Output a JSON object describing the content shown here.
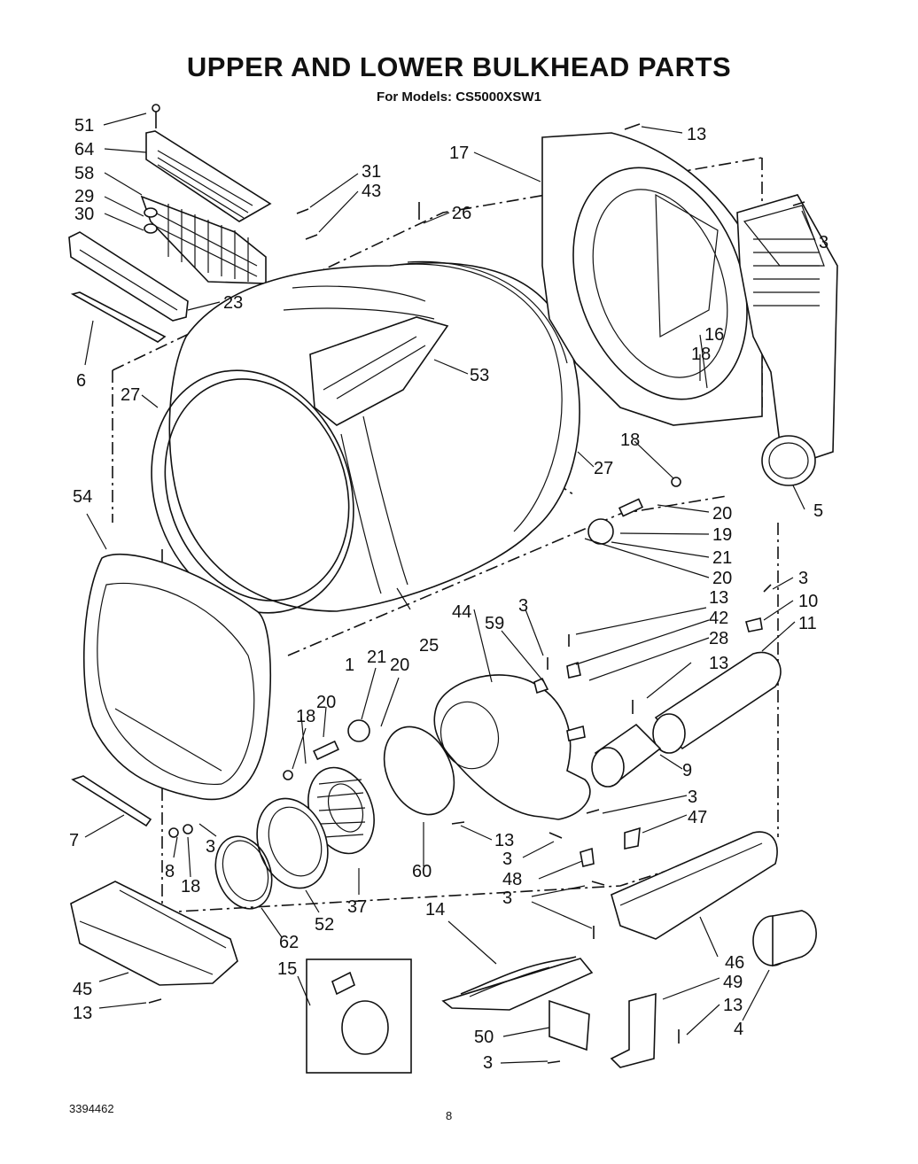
{
  "title": "UPPER AND LOWER BULKHEAD PARTS",
  "subtitle": "For Models: CS5000XSW1",
  "doc_number": "3394462",
  "page_number": "8",
  "callouts": [
    {
      "id": "c51",
      "text": "51"
    },
    {
      "id": "c64",
      "text": "64"
    },
    {
      "id": "c58",
      "text": "58"
    },
    {
      "id": "c29",
      "text": "29"
    },
    {
      "id": "c30",
      "text": "30"
    },
    {
      "id": "c31",
      "text": "31"
    },
    {
      "id": "c43",
      "text": "43"
    },
    {
      "id": "c26",
      "text": "26"
    },
    {
      "id": "c17",
      "text": "17"
    },
    {
      "id": "c13a",
      "text": "13"
    },
    {
      "id": "c3a",
      "text": "3"
    },
    {
      "id": "c23",
      "text": "23"
    },
    {
      "id": "c6",
      "text": "6"
    },
    {
      "id": "c53",
      "text": "53"
    },
    {
      "id": "c27a",
      "text": "27"
    },
    {
      "id": "c16",
      "text": "16"
    },
    {
      "id": "c18a",
      "text": "18"
    },
    {
      "id": "c18b",
      "text": "18"
    },
    {
      "id": "c27b",
      "text": "27"
    },
    {
      "id": "c5",
      "text": "5"
    },
    {
      "id": "c20a",
      "text": "20"
    },
    {
      "id": "c19",
      "text": "19"
    },
    {
      "id": "c21a",
      "text": "21"
    },
    {
      "id": "c20b",
      "text": "20"
    },
    {
      "id": "c54",
      "text": "54"
    },
    {
      "id": "c3b",
      "text": "3"
    },
    {
      "id": "c10",
      "text": "10"
    },
    {
      "id": "c13b",
      "text": "13"
    },
    {
      "id": "c11",
      "text": "11"
    },
    {
      "id": "c42",
      "text": "42"
    },
    {
      "id": "c28",
      "text": "28"
    },
    {
      "id": "c3c",
      "text": "3"
    },
    {
      "id": "c59",
      "text": "59"
    },
    {
      "id": "c44",
      "text": "44"
    },
    {
      "id": "c25",
      "text": "25"
    },
    {
      "id": "c13c",
      "text": "13"
    },
    {
      "id": "c21b",
      "text": "21"
    },
    {
      "id": "c20c",
      "text": "20"
    },
    {
      "id": "c1",
      "text": "1"
    },
    {
      "id": "c20d",
      "text": "20"
    },
    {
      "id": "c18c",
      "text": "18"
    },
    {
      "id": "c9",
      "text": "9"
    },
    {
      "id": "c3d",
      "text": "3"
    },
    {
      "id": "c47",
      "text": "47"
    },
    {
      "id": "c7",
      "text": "7"
    },
    {
      "id": "c3e",
      "text": "3"
    },
    {
      "id": "c8",
      "text": "8"
    },
    {
      "id": "c18d",
      "text": "18"
    },
    {
      "id": "c13d",
      "text": "13"
    },
    {
      "id": "c3f",
      "text": "3"
    },
    {
      "id": "c60",
      "text": "60"
    },
    {
      "id": "c37",
      "text": "37"
    },
    {
      "id": "c48",
      "text": "48"
    },
    {
      "id": "c3g",
      "text": "3"
    },
    {
      "id": "c52",
      "text": "52"
    },
    {
      "id": "c62",
      "text": "62"
    },
    {
      "id": "c14",
      "text": "14"
    },
    {
      "id": "c46",
      "text": "46"
    },
    {
      "id": "c15",
      "text": "15"
    },
    {
      "id": "c45",
      "text": "45"
    },
    {
      "id": "c13e",
      "text": "13"
    },
    {
      "id": "c49",
      "text": "49"
    },
    {
      "id": "c13f",
      "text": "13"
    },
    {
      "id": "c4",
      "text": "4"
    },
    {
      "id": "c50",
      "text": "50"
    },
    {
      "id": "c3h",
      "text": "3"
    }
  ]
}
